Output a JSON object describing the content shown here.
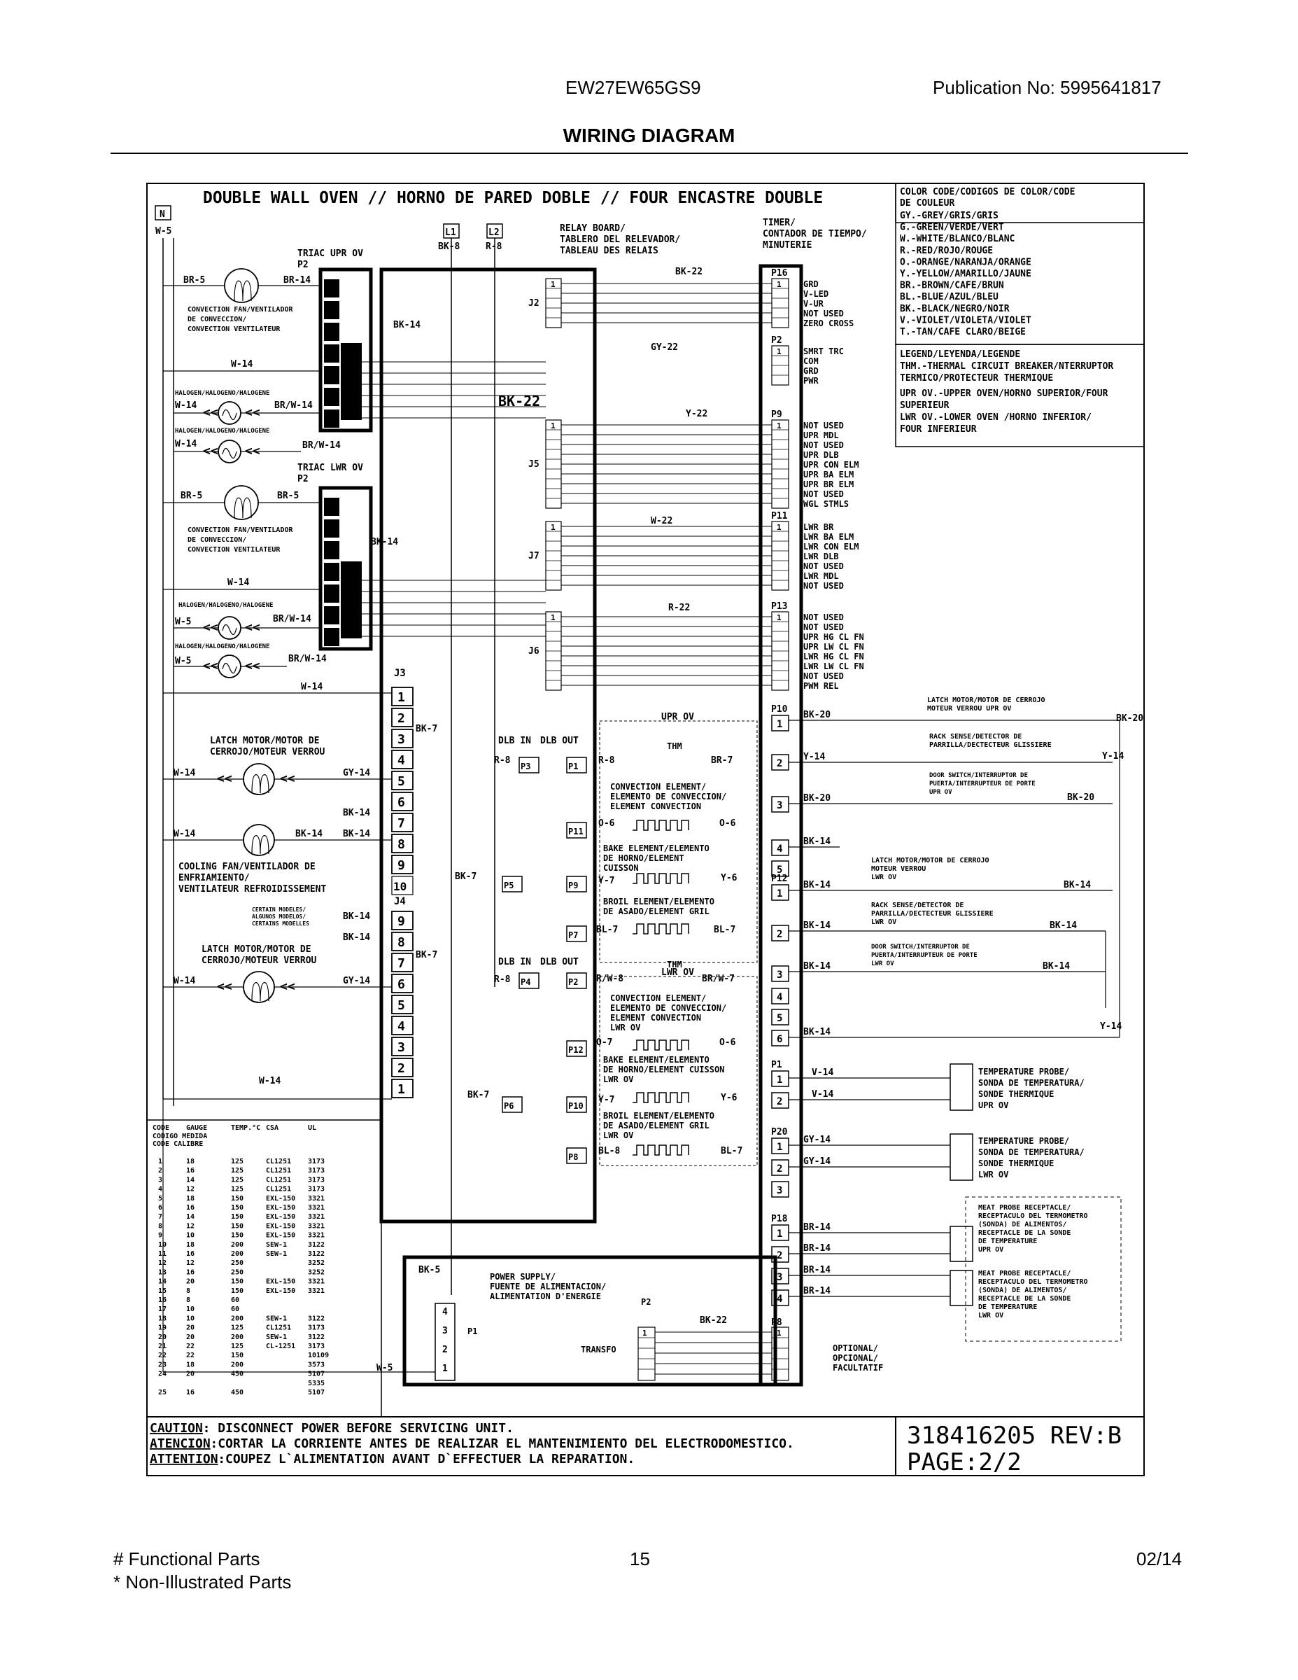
{
  "header": {
    "model": "EW27EW65GS9",
    "publication_label": "Publication No:",
    "publication_no": "5995641817",
    "title": "WIRING DIAGRAM"
  },
  "diagram": {
    "main_title": "DOUBLE WALL OVEN // HORNO DE PARED DOBLE // FOUR ENCASTRE DOUBLE",
    "color_code": {
      "heading": [
        "COLOR CODE/CODIGOS DE COLOR/CODE",
        "DE COULEUR"
      ],
      "entries": [
        "GY.-GREY/GRIS/GRIS",
        "G.-GREEN/VERDE/VERT",
        "W.-WHITE/BLANCO/BLANC",
        "R.-RED/ROJO/ROUGE",
        "O.-ORANGE/NARANJA/ORANGE",
        "Y.-YELLOW/AMARILLO/JAUNE",
        "BR.-BROWN/CAFE/BRUN",
        "BL.-BLUE/AZUL/BLEU",
        "BK.-BLACK/NEGRO/NOIR",
        "V.-VIOLET/VIOLETA/VIOLET",
        "T.-TAN/CAFE CLARO/BEIGE"
      ]
    },
    "legend": {
      "entries": [
        "LEGEND/LEYENDA/LEGENDE",
        "THM.-THERMAL CIRCUIT BREAKER/NTERRUPTOR",
        "TERMICO/PROTECTEUR THERMIQUE",
        "UPR OV.-UPPER OVEN/HORNO SUPERIOR/FOUR",
        "        SUPERIEUR",
        "LWR OV.-LOWER OVEN /HORNO INFERIOR/",
        "        FOUR INFERIEUR"
      ]
    },
    "relay_board": [
      "RELAY BOARD/",
      "TABLERO DEL RELEVADOR/",
      "TABLEAU  DES RELAIS"
    ],
    "timer": [
      "TIMER/",
      "CONTADOR DE TIEMPO/",
      "MINUTERIE"
    ],
    "triac_upr": [
      "TRIAC UPR OV",
      "P2"
    ],
    "triac_lwr": [
      "TRIAC LWR OV",
      "P2"
    ],
    "convection_fan": [
      "CONVECTION FAN/VENTILADOR",
      "DE CONVECCION/",
      "CONVECTION VENTILATEUR"
    ],
    "halogen": "HALOGEN/HALOGENO/HALOGENE",
    "latch_motor": [
      "LATCH MOTOR/MOTOR DE",
      "CERROJO/MOTEUR VERROU"
    ],
    "cooling_fan": [
      "COOLING FAN/VENTILADOR DE",
      "ENFRIAMIENTO/",
      "VENTILATEUR REFROIDISSEMENT"
    ],
    "certain_models": [
      "CERTAIN MODELES/",
      "ALGUNOS MODELOS/",
      "CERTAINS MODELLES"
    ],
    "p16_labels": [
      "GRD",
      "V-LED",
      "V-UR",
      "NOT USED",
      "ZERO CROSS"
    ],
    "p2_labels": [
      "SMRT TRC",
      "COM",
      "GRD",
      "PWR"
    ],
    "p9_labels": [
      "NOT USED",
      "UPR MDL",
      "NOT USED",
      "UPR DLB",
      "UPR CON ELM",
      "UPR BA ELM",
      "UPR BR ELM",
      "NOT USED",
      "WGL STMLS"
    ],
    "p11_labels": [
      "LWR BR",
      "LWR BA ELM",
      "LWR CON ELM",
      "LWR DLB",
      "NOT USED",
      "LWR MDL",
      "NOT USED"
    ],
    "p13_labels": [
      "NOT USED",
      "NOT USED",
      "UPR HG CL FN",
      "UPR LW CL FN",
      "LWR HG CL FN",
      "LWR LW CL FN",
      "NOT USED",
      "PWM REL"
    ],
    "upr_ov": "UPR OV",
    "lwr_ov": "LWR OV",
    "convection_element": [
      "CONVECTION ELEMENT/",
      "ELEMENTO DE CONVECCION/",
      "ELEMENT CONVECTION"
    ],
    "convection_element_lwr": [
      "CONVECTION ELEMENT/",
      "ELEMENTO DE CONVECCION/",
      "ELEMENT CONVECTION",
      "LWR OV"
    ],
    "bake_element": [
      "BAKE ELEMENT/ELEMENTO",
      "DE HORNO/ELEMENT",
      "CUISSON"
    ],
    "bake_element_lwr": [
      "BAKE ELEMENT/ELEMENTO",
      "DE HORNO/ELEMENT CUISSON",
      "LWR OV"
    ],
    "broil_element": [
      "BROIL ELEMENT/ELEMENTO",
      "DE ASADO/ELEMENT GRIL"
    ],
    "broil_element_lwr": [
      "BROIL ELEMENT/ELEMENTO",
      "DE ASADO/ELEMENT GRIL",
      "LWR OV"
    ],
    "latch_upr": [
      "LATCH MOTOR/MOTOR DE CERROJO",
      "MOTEUR VERROU UPR OV"
    ],
    "rack_sense": [
      "RACK SENSE/DETECTOR DE",
      "PARRILLA/DECTECTEUR GLISSIERE"
    ],
    "door_switch": [
      "DOOR SWITCH/INTERRUPTOR DE",
      "PUERTA/INTERRUPTEUR DE PORTE",
      "UPR OV"
    ],
    "latch_lwr": [
      "LATCH MOTOR/MOTOR DE CERROJO",
      "MOTEUR VERROU",
      "LWR OV"
    ],
    "rack_sense_lwr": [
      "RACK SENSE/DETECTOR DE",
      "PARRILLA/DECTECTEUR GLISSIERE",
      "LWR OV"
    ],
    "door_switch_lwr": [
      "DOOR SWITCH/INTERRUPTOR DE",
      "PUERTA/INTERRUPTEUR DE PORTE",
      "LWR OV"
    ],
    "temp_probe_upr": [
      "TEMPERATURE PROBE/",
      "SONDA DE TEMPERATURA/",
      "SONDE THERMIQUE",
      "UPR OV"
    ],
    "temp_probe_lwr": [
      "TEMPERATURE PROBE/",
      "SONDA DE TEMPERATURA/",
      "SONDE THERMIQUE",
      "LWR OV"
    ],
    "meat_probe_upr": [
      "MEAT PROBE RECEPTACLE/",
      "RECEPTACULO DEL TERMOMETRO",
      "(SONDA) DE ALIMENTOS/",
      "RECEPTACLE DE LA SONDE",
      "DE TEMPERATURE",
      "UPR OV"
    ],
    "meat_probe_lwr": [
      "MEAT PROBE RECEPTACLE/",
      "RECEPTACULO DEL TERMOMETRO",
      "(SONDA) DE ALIMENTOS/",
      "RECEPTACLE DE LA SONDE",
      "DE TEMPERATURE",
      "LWR OV"
    ],
    "optional": [
      "OPTIONAL/",
      "OPCIONAL/",
      "FACULTATIF"
    ],
    "power_supply": [
      "POWER SUPPLY/",
      "FUENTE DE ALIMENTACION/",
      "ALIMENTATION D'ENERGIE"
    ],
    "transfo": "TRANSFO",
    "wire_table": {
      "headers": [
        "CODE",
        "GAUGE",
        "TEMP.°C",
        "CSA",
        "UL"
      ],
      "subheaders": [
        "CODIGO MEDIDA",
        "CODE  CALIBRE"
      ],
      "rows": [
        [
          "1",
          "18",
          "125",
          "CL1251",
          "3173"
        ],
        [
          "2",
          "16",
          "125",
          "CL1251",
          "3173"
        ],
        [
          "3",
          "14",
          "125",
          "CL1251",
          "3173"
        ],
        [
          "4",
          "12",
          "125",
          "CL1251",
          "3173"
        ],
        [
          "5",
          "18",
          "150",
          "EXL-150",
          "3321"
        ],
        [
          "6",
          "16",
          "150",
          "EXL-150",
          "3321"
        ],
        [
          "7",
          "14",
          "150",
          "EXL-150",
          "3321"
        ],
        [
          "8",
          "12",
          "150",
          "EXL-150",
          "3321"
        ],
        [
          "9",
          "10",
          "150",
          "EXL-150",
          "3321"
        ],
        [
          "10",
          "18",
          "200",
          "SEW-1",
          "3122"
        ],
        [
          "11",
          "16",
          "200",
          "SEW-1",
          "3122"
        ],
        [
          "12",
          "12",
          "250",
          "",
          "3252"
        ],
        [
          "13",
          "16",
          "250",
          "",
          "3252"
        ],
        [
          "14",
          "20",
          "150",
          "EXL-150",
          "3321"
        ],
        [
          "15",
          "8",
          "150",
          "EXL-150",
          "3321"
        ],
        [
          "16",
          "8",
          "60",
          "",
          ""
        ],
        [
          "17",
          "10",
          "60",
          "",
          ""
        ],
        [
          "18",
          "10",
          "200",
          "SEW-1",
          "3122"
        ],
        [
          "19",
          "20",
          "125",
          "CL1251",
          "3173"
        ],
        [
          "20",
          "20",
          "200",
          "SEW-1",
          "3122"
        ],
        [
          "21",
          "22",
          "125",
          "CL-1251",
          "3173"
        ],
        [
          "22",
          "22",
          "150",
          "",
          "10109"
        ],
        [
          "23",
          "18",
          "200",
          "",
          "3573"
        ],
        [
          "24",
          "20",
          "450",
          "",
          "5107"
        ],
        [
          "",
          "",
          "",
          "",
          "5335"
        ],
        [
          "25",
          "16",
          "450",
          "",
          "5107"
        ]
      ]
    },
    "caution": [
      {
        "label": "CAUTION",
        "text": ": DISCONNECT POWER BEFORE SERVICING UNIT."
      },
      {
        "label": "ATENCION",
        "text": ":CORTAR LA CORRIENTE ANTES DE REALIZAR EL MANTENIMIENTO DEL ELECTRODOMESTICO."
      },
      {
        "label": "ATTENTION",
        "text": ":COUPEZ L`ALIMENTATION AVANT D`EFFECTUER LA REPARATION."
      }
    ],
    "doc_no": "318416205 REV:B",
    "page": "PAGE:2/2"
  },
  "footer": {
    "functional": "# Functional Parts",
    "non_illustrated": "* Non-Illustrated Parts",
    "page_number": "15",
    "date": "02/14"
  }
}
